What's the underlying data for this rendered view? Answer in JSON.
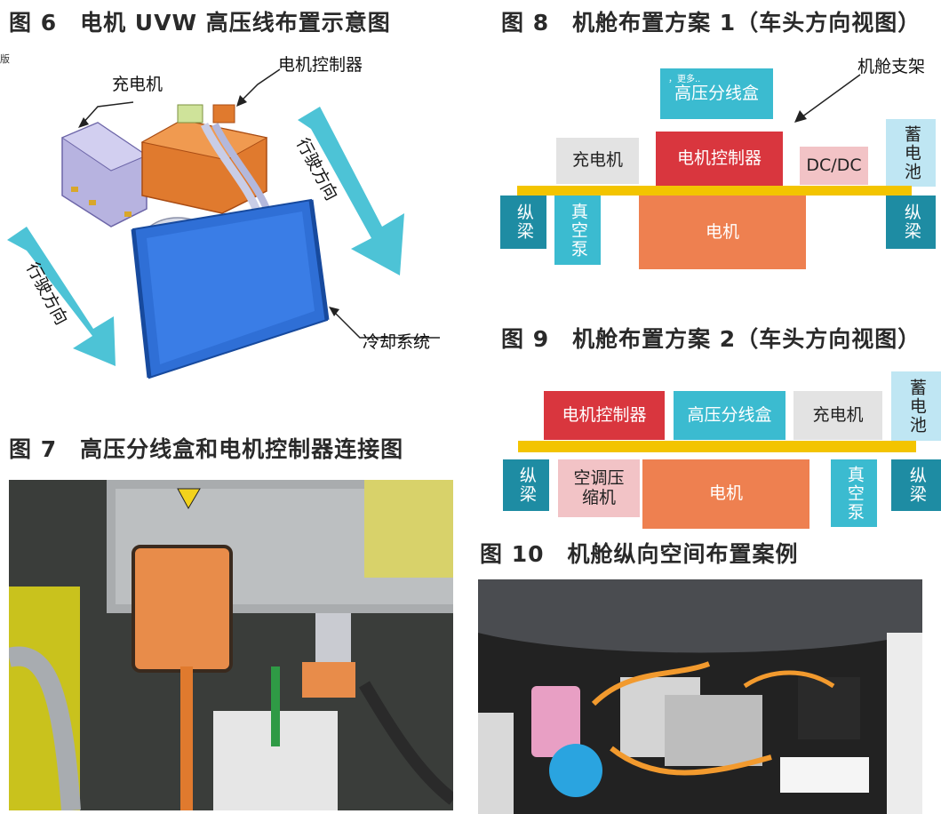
{
  "figures": {
    "fig6": {
      "title": "图 6　电机 UVW 高压线布置示意图",
      "labels": {
        "charger": "充电机",
        "controller": "电机控制器",
        "cooling": "冷却系统",
        "drive_dir_right": "行驶方向",
        "drive_dir_left": "行驶方向"
      },
      "edge_text": "版"
    },
    "fig7": {
      "title": "图 7　高压分线盒和电机控制器连接图"
    },
    "fig8": {
      "title": "图 8　机舱布置方案 1（车头方向视图）",
      "bracket_label": "机舱支架",
      "small_text": "，更多..",
      "boxes": {
        "hv_box": "高压分线盒",
        "charger": "充电机",
        "controller": "电机控制器",
        "dcdc": "DC/DC",
        "battery": "蓄电池",
        "beam_left": "纵梁",
        "vacuum_pump": "真空泵",
        "motor": "电机",
        "beam_right": "纵梁"
      }
    },
    "fig9": {
      "title": "图 9　机舱布置方案 2（车头方向视图）",
      "boxes": {
        "controller": "电机控制器",
        "hv_box": "高压分线盒",
        "charger": "充电机",
        "battery": "蓄电池",
        "beam_left": "纵梁",
        "ac_compressor": "空调压缩机",
        "motor": "电机",
        "vacuum_pump": "真空泵",
        "beam_right": "纵梁"
      }
    },
    "fig10": {
      "title": "图 10　机舱纵向空间布置案例"
    }
  },
  "colors": {
    "teal": "#3bbbd0",
    "dark_teal": "#1e8ca3",
    "red": "#d9363e",
    "orange": "#ee8050",
    "gray": "#e3e3e3",
    "pink": "#f2c3c6",
    "yellow": "#f3c400",
    "light_blue": "#bfe6f3",
    "cooling_blue": "#2f6fd6",
    "controller_orange": "#e07a2e",
    "charger_lavender": "#b7b3e0"
  }
}
